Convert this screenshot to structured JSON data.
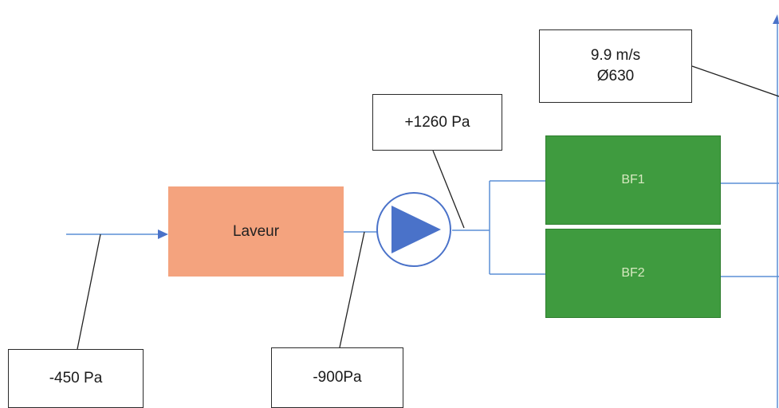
{
  "blocks": {
    "laveur": "Laveur",
    "bf1": "BF1",
    "bf2": "BF2"
  },
  "callouts": {
    "speed": "9.9 m/s",
    "diameter": "Ø630",
    "pressure_after_fan": "+1260 Pa",
    "pressure_inlet": "-450 Pa",
    "pressure_before_fan": "-900Pa"
  },
  "colors": {
    "duct": "#5b8fd6",
    "laveur_fill": "#f4a37e",
    "filter_fill": "#3f9b3f",
    "fan_fill": "#4a72c9"
  },
  "icons": {
    "fan": "fan-icon",
    "flow_arrow": "arrow-right-icon"
  }
}
